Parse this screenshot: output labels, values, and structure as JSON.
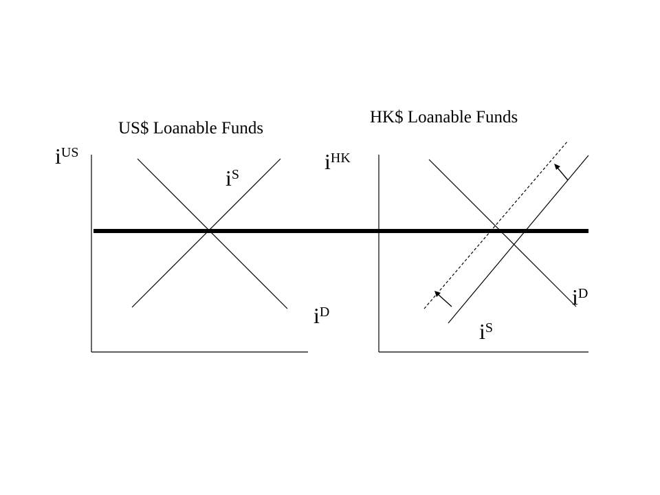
{
  "left_panel": {
    "title": "US$ Loanable Funds",
    "axis_label": {
      "base": "i",
      "sup": "US"
    },
    "supply_label": {
      "base": "i",
      "sup": "S"
    },
    "demand_label": {
      "base": "i",
      "sup": "D"
    }
  },
  "right_panel": {
    "title": "HK$ Loanable Funds",
    "axis_label": {
      "base": "i",
      "sup": "HK"
    },
    "supply_label": {
      "base": "i",
      "sup": "S"
    },
    "demand_label": {
      "base": "i",
      "sup": "D"
    }
  }
}
